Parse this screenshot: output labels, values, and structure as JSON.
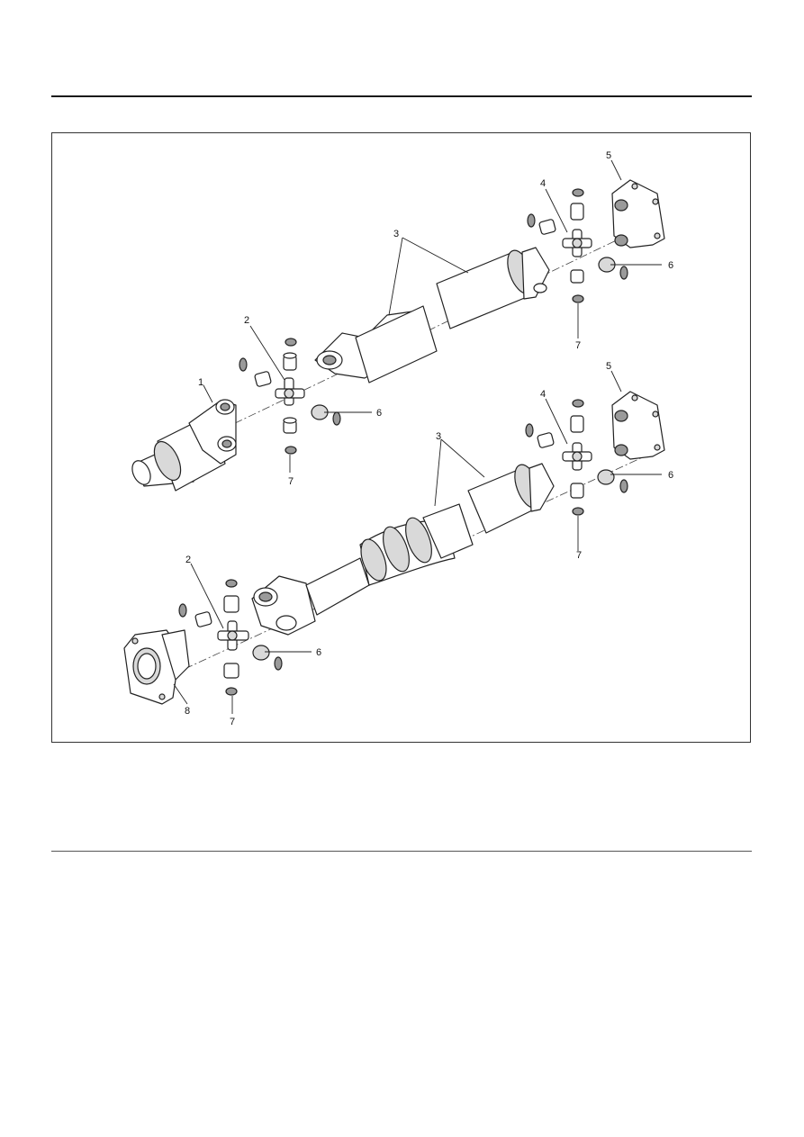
{
  "figure": {
    "callouts": {
      "a1": "1",
      "a2": "2",
      "a3": "3",
      "a4": "4",
      "a5": "5",
      "a6": "6",
      "a7": "7",
      "b2": "2",
      "b3": "3",
      "b4": "4",
      "b5": "5",
      "b6a": "6",
      "b6b": "6",
      "b7a": "7",
      "b7b": "7",
      "b8": "8"
    }
  }
}
